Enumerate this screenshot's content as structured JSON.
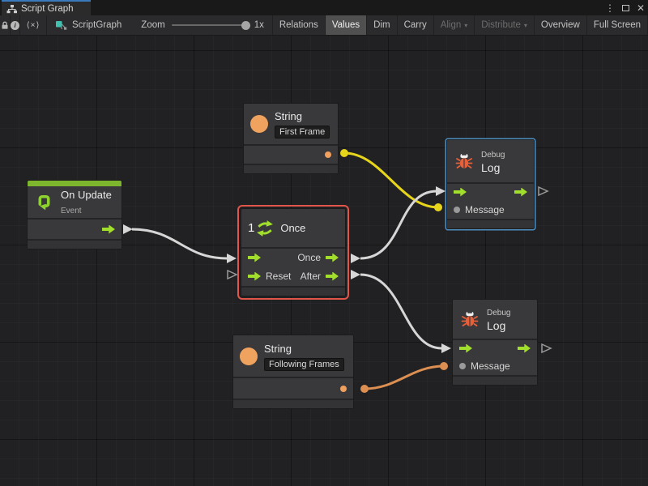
{
  "window": {
    "tab_title": "Script Graph",
    "more_glyph": "⋮",
    "close_glyph": "✕"
  },
  "toolbar": {
    "info_glyph": "i",
    "code_glyph": "⟨×⟩",
    "graph_name": "ScriptGraph",
    "zoom_label": "Zoom",
    "zoom_value": "1x",
    "caret": "▾",
    "buttons": [
      {
        "label": "Relations",
        "state": "normal"
      },
      {
        "label": "Values",
        "state": "active"
      },
      {
        "label": "Dim",
        "state": "normal"
      },
      {
        "label": "Carry",
        "state": "normal"
      },
      {
        "label": "Align",
        "state": "disabled",
        "dropdown": true
      },
      {
        "label": "Distribute",
        "state": "disabled",
        "dropdown": true
      },
      {
        "label": "Overview",
        "state": "normal"
      },
      {
        "label": "Full Screen",
        "state": "normal"
      }
    ]
  },
  "nodes": {
    "string_first": {
      "title": "String",
      "value": "First Frame"
    },
    "on_update": {
      "title": "On Update",
      "subtitle": "Event"
    },
    "once": {
      "badge": "1",
      "title": "Once",
      "ports": {
        "out_once": "Once",
        "in_reset": "Reset",
        "out_after": "After"
      }
    },
    "debug_log_top": {
      "kind": "Debug",
      "title": "Log",
      "ports": {
        "message": "Message"
      }
    },
    "debug_log_bottom": {
      "kind": "Debug",
      "title": "Log",
      "ports": {
        "message": "Message"
      }
    },
    "string_following": {
      "title": "String",
      "value": "Following Frames"
    }
  },
  "colors": {
    "selection_red": "#e25549",
    "highlight_blue": "#4f8fc0",
    "flow_green": "#a2df2d",
    "event_green": "#7eb62e",
    "value_orange": "#ef9f5e",
    "wire_yellow": "#e6d51a",
    "wire_orange": "#dd8f52",
    "wire_white": "#d6d6d6",
    "bug_orange": "#e8603a",
    "tab_accent_blue": "#3a79bb",
    "canvas_bg": "#212123",
    "node_bg": "#39393b"
  }
}
